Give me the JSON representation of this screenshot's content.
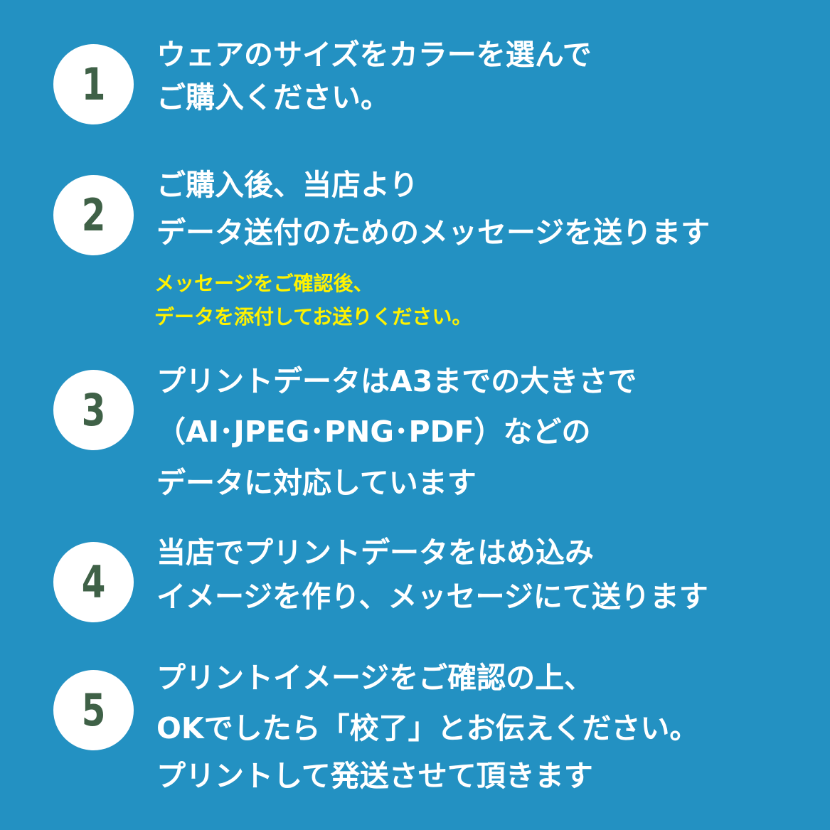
{
  "steps": [
    {
      "number": "1",
      "lines": [
        "ウェアのサイズをカラーを選んで",
        "ご購入ください。"
      ]
    },
    {
      "number": "2",
      "lines": [
        "ご購入後、当店より",
        "データ送付のためのメッセージを送ります"
      ],
      "notes": [
        "メッセージをご確認後、",
        "データを添付してお送りください。"
      ]
    },
    {
      "number": "3",
      "lines": [
        "プリントデータはA3までの大きさで",
        "（AI･JPEG･PNG･PDF）などの",
        "データに対応しています"
      ]
    },
    {
      "number": "4",
      "lines": [
        "当店でプリントデータをはめ込み",
        "イメージを作り、メッセージにて送ります"
      ]
    },
    {
      "number": "5",
      "lines": [
        "プリントイメージをご確認の上、",
        "OKでしたら「校了」とお伝えください。",
        "プリントして発送させて頂きます"
      ]
    }
  ],
  "colors": {
    "background": "#2391c2",
    "badge_fill": "#ffffff",
    "badge_number": "#3f6147",
    "text": "#ffffff",
    "note_text": "#fff200"
  }
}
